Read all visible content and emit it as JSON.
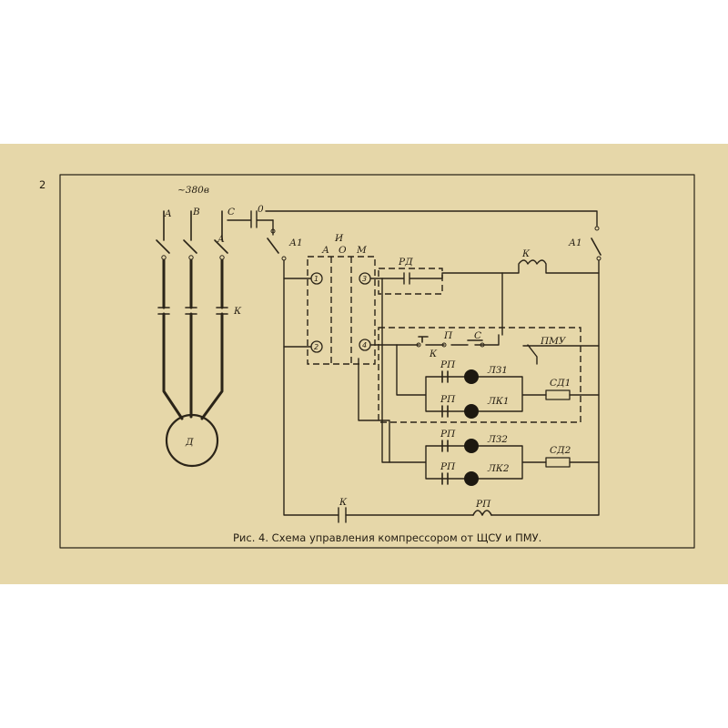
{
  "page": {
    "number": "2"
  },
  "supply": {
    "voltage": "~380в",
    "phases": [
      "A",
      "B",
      "C"
    ],
    "neutral": "0"
  },
  "labels": {
    "switch_main": "А",
    "switch_a1_left": "А1",
    "switch_a1_right": "А1",
    "contactor": "К",
    "motor": "Д",
    "panel": "И",
    "panel_modes": [
      "А",
      "О",
      "М"
    ],
    "terminals": [
      "1",
      "2",
      "3",
      "4"
    ],
    "pressure_relay": "РД",
    "coil_k": "К",
    "button_p": "П",
    "contact_k": "К",
    "contact_s": "С",
    "pmu": "ПМУ",
    "rp1": "РП",
    "rp2": "РП",
    "rp3": "РП",
    "rp4": "РП",
    "lz1": "ЛЗ1",
    "lk1": "ЛК1",
    "lz2": "ЛЗ2",
    "lk2": "ЛК2",
    "sd1": "СД1",
    "sd2": "СД2",
    "k_bottom": "К",
    "rp_bottom": "РП"
  },
  "caption": "Рис. 4. Схема управления компрессором от ЩСУ и ПМУ."
}
